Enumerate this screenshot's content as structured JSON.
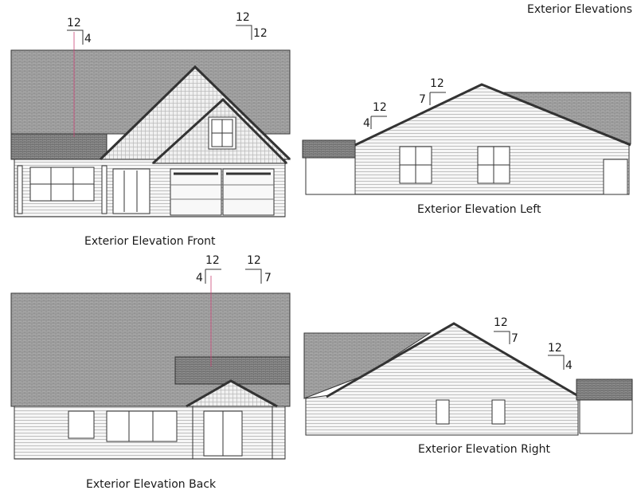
{
  "sheet_title": "Exterior Elevations",
  "elevations": {
    "front": {
      "caption": "Exterior Elevation Front",
      "pitch_main": {
        "run": "12",
        "rise": "4"
      },
      "pitch_gable": {
        "run": "12",
        "rise": "12"
      }
    },
    "left": {
      "caption": "Exterior Elevation Left",
      "pitch_main": {
        "run": "12",
        "rise": "7"
      },
      "pitch_porch": {
        "run": "12",
        "rise": "4"
      }
    },
    "back": {
      "caption": "Exterior Elevation Back",
      "pitch_main": {
        "run": "12",
        "rise": "4"
      },
      "pitch_gable": {
        "run": "12",
        "rise": "7"
      }
    },
    "right": {
      "caption": "Exterior Elevation Right",
      "pitch_main": {
        "run": "12",
        "rise": "7"
      },
      "pitch_porch": {
        "run": "12",
        "rise": "4"
      }
    }
  },
  "colors": {
    "line": "#333333",
    "roof": "#a9a9a9",
    "roof_dark": "#8e8e8e",
    "siding": "#f2f2f2",
    "accent": "#cc4477"
  }
}
